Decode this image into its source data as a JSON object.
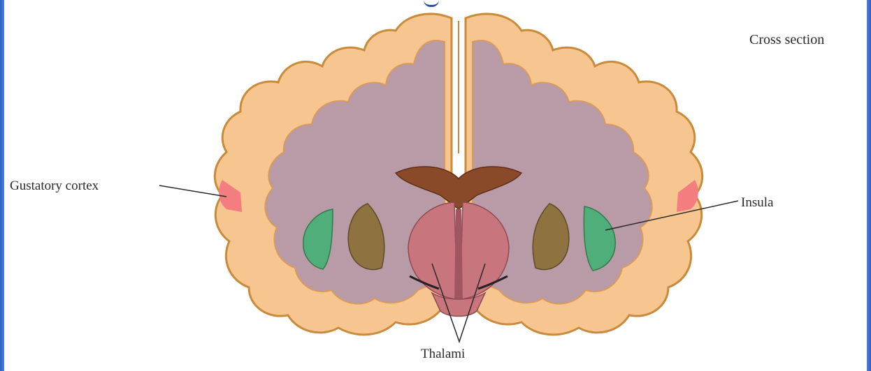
{
  "labels": {
    "cross_section": "Cross section",
    "gustatory_cortex": "Gustatory cortex",
    "insula": "Insula",
    "thalami": "Thalami"
  },
  "colors": {
    "slide_background": "#3a6fd6",
    "cortex_gray_matter": "#f7c590",
    "white_matter": "#b99aa7",
    "sulcus_outline": "#c98a3a",
    "insula": "#4fae79",
    "gustatory_cortex": "#f37d7f",
    "basal_ganglia": "#8e7340",
    "thalamus": "#c9757e",
    "ventricle": "#8a4a2a"
  }
}
